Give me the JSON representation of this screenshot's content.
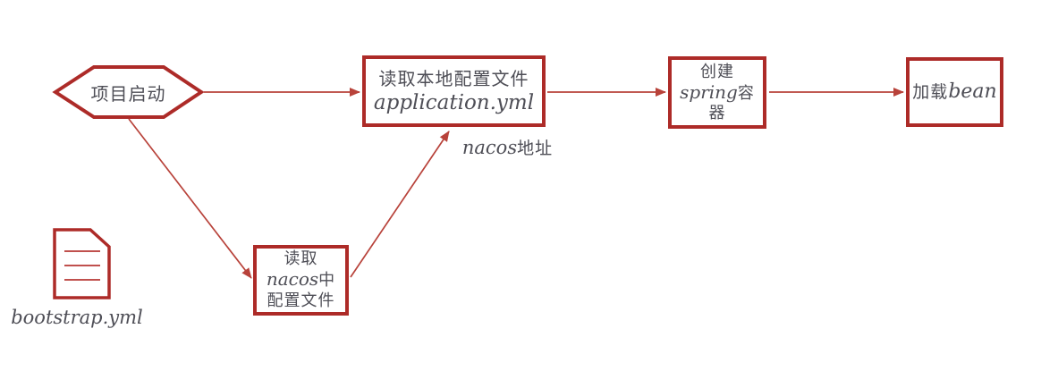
{
  "colors": {
    "shape_border": "#ad2b28",
    "arrow": "#b8423a",
    "doc_line": "#c0504d",
    "text": "#4e4e56"
  },
  "diagram": {
    "start": {
      "label": "项目启动"
    },
    "read_local_config": {
      "line1": "读取本地配置文件",
      "line2": "application.yml"
    },
    "create_spring_container": {
      "line1": "创建",
      "line2_latin": "spring",
      "line2_cjk": "容",
      "line3": "器"
    },
    "load_bean": {
      "cjk": "加载",
      "latin": "bean"
    },
    "read_nacos_config": {
      "line1": "读取",
      "line2_latin": "nacos",
      "line2_cjk": "中",
      "line3": "配置文件"
    },
    "nacos_address_note": {
      "latin": "nacos",
      "cjk": "地址"
    },
    "bootstrap_file_label": "bootstrap.yml"
  }
}
